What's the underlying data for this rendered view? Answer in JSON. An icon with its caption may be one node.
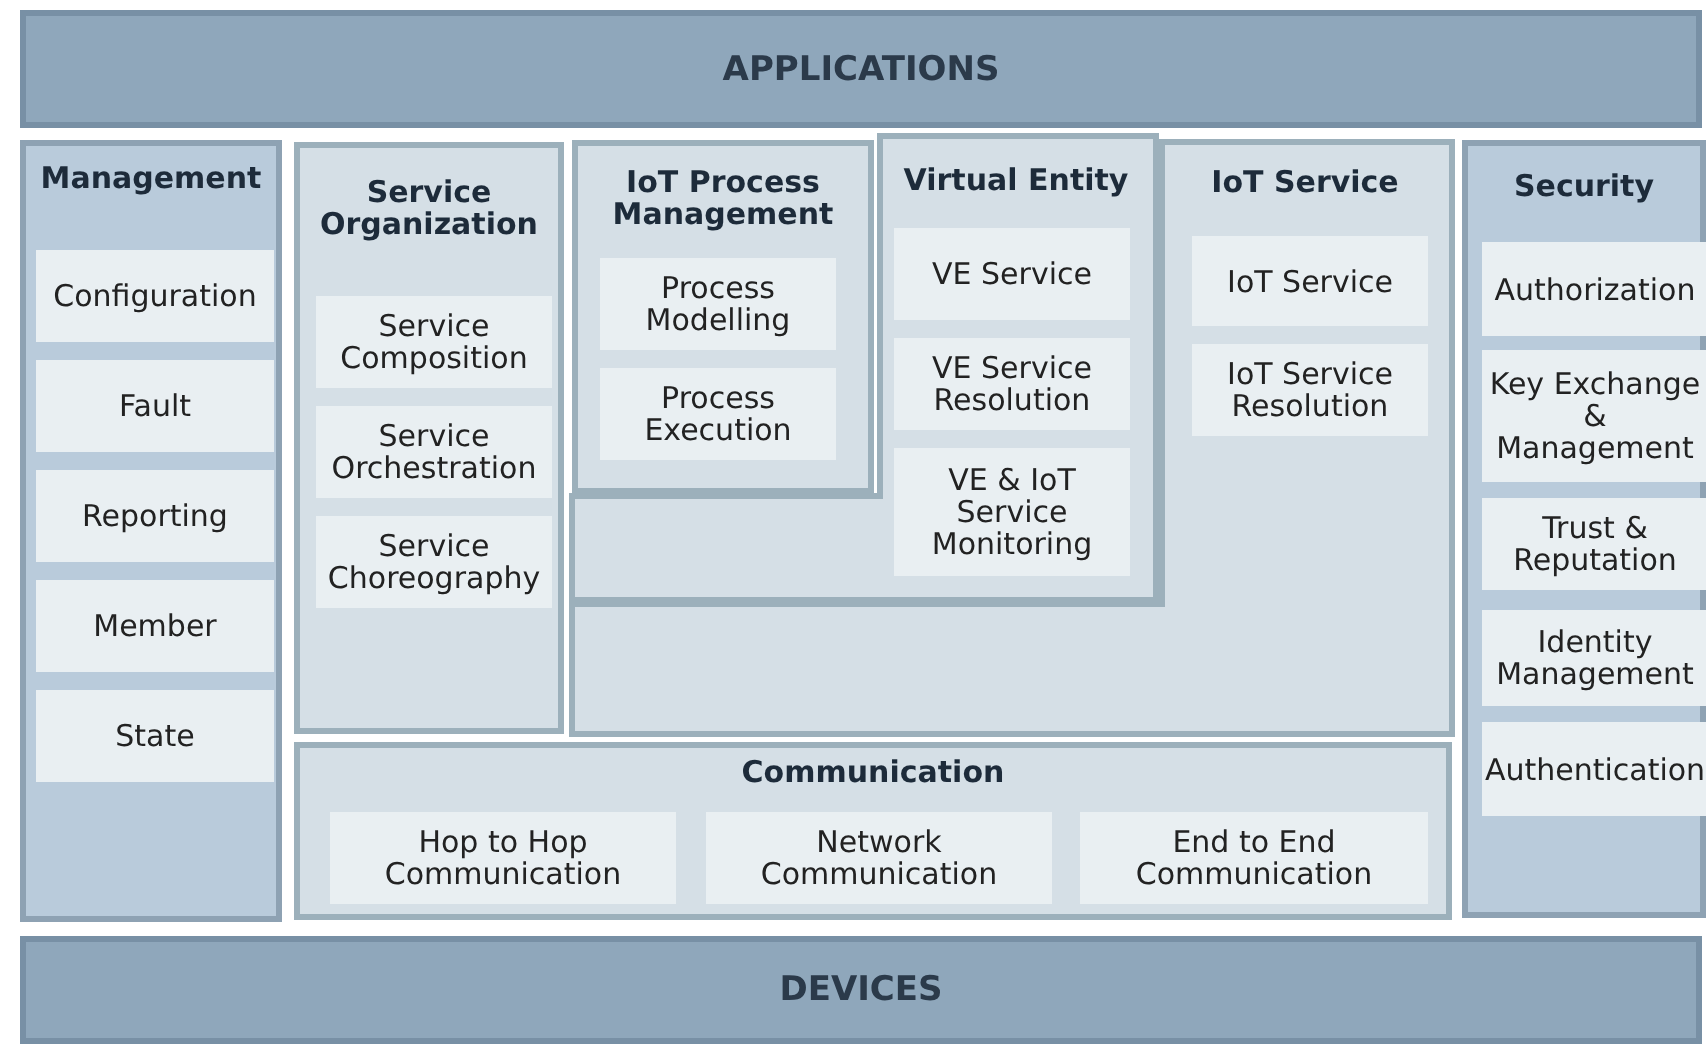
{
  "diagram": {
    "nodes": [
      {
        "text": [
          "APPLICATIONS"
        ]
      },
      {
        "text": [
          "Management"
        ]
      },
      {
        "text": [
          "Configuration"
        ],
        "in": 1
      },
      {
        "text": [
          "Fault"
        ],
        "in": 1
      },
      {
        "text": [
          "Reporting"
        ],
        "in": 1
      },
      {
        "text": [
          "Member"
        ],
        "in": 1
      },
      {
        "text": [
          "State"
        ],
        "in": 1
      },
      {
        "text": [
          "Service Organization"
        ]
      },
      {
        "text": [
          "Service Composition"
        ],
        "in": 7
      },
      {
        "text": [
          "Service Orchestration"
        ],
        "in": 7
      },
      {
        "text": [
          "Service Choreography"
        ],
        "in": 7
      },
      {
        "text": [
          "IoT Process Management"
        ]
      },
      {
        "text": [
          "Process Modelling"
        ],
        "in": 11
      },
      {
        "text": [
          "Process Execution"
        ],
        "in": 11
      },
      {
        "text": [
          "Virtual Entity"
        ]
      },
      {
        "text": [
          "VE Service"
        ],
        "in": 14
      },
      {
        "text": [
          "VE Service Resolution"
        ],
        "in": 14
      },
      {
        "text": [
          "VE & IoT Service Monitoring"
        ],
        "in": 14
      },
      {
        "text": [
          "IoT Service"
        ]
      },
      {
        "text": [
          "IoT Service"
        ],
        "in": 18
      },
      {
        "text": [
          "IoT Service Resolution"
        ],
        "in": 18
      },
      {
        "text": [
          "Security"
        ]
      },
      {
        "text": [
          "Authorization"
        ],
        "in": 21
      },
      {
        "text": [
          "Key Exchange & Management"
        ],
        "in": 21
      },
      {
        "text": [
          "Trust & Reputation"
        ],
        "in": 21
      },
      {
        "text": [
          "Identity Management"
        ],
        "in": 21
      },
      {
        "text": [
          "Authentication"
        ],
        "in": 21
      },
      {
        "text": [
          "Communication"
        ]
      },
      {
        "text": [
          "Hop to Hop Communication"
        ],
        "in": 27
      },
      {
        "text": [
          "Network Communication"
        ],
        "in": 27
      },
      {
        "text": [
          "End to End Communication"
        ],
        "in": 27
      },
      {
        "text": [
          "DEVICES"
        ]
      }
    ]
  }
}
